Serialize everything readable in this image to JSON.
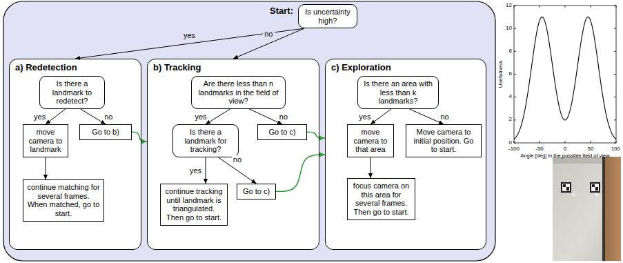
{
  "diagram": {
    "nodes": [
      {
        "text": [
          "Start:",
          "Is uncertainty high?"
        ]
      },
      {
        "text": [
          "a) Redetection"
        ]
      },
      {
        "text": [
          "Is there a landmark to redetect?"
        ],
        "in": 1
      },
      {
        "text": [
          "move camera to landmark"
        ],
        "in": 1
      },
      {
        "text": [
          "Go to b)"
        ],
        "in": 1
      },
      {
        "text": [
          "continue matching for several frames. When matched, go to start."
        ],
        "in": 1
      },
      {
        "text": [
          "b) Tracking"
        ]
      },
      {
        "text": [
          "Are there less than n landmarks in the field of view?"
        ],
        "in": 6
      },
      {
        "text": [
          "Is there a landmark for tracking?"
        ],
        "in": 6
      },
      {
        "text": [
          "Go to c)"
        ],
        "in": 6
      },
      {
        "text": [
          "continue tracking until landmark is triangulated. Then go to start."
        ],
        "in": 6
      },
      {
        "text": [
          "Go to c)"
        ],
        "in": 6
      },
      {
        "text": [
          "c) Exploration"
        ]
      },
      {
        "text": [
          "Is there an area with less than k landmarks?"
        ],
        "in": 12
      },
      {
        "text": [
          "move camera to that area"
        ],
        "in": 12
      },
      {
        "text": [
          "Move camera to initial position. Go to start."
        ],
        "in": 12
      },
      {
        "text": [
          "focus camera on this area for several frames. Then go to start."
        ],
        "in": 12
      }
    ],
    "edges": [
      {
        "from": 0,
        "to": 1,
        "label": "yes",
        "arrow": "to"
      },
      {
        "from": 0,
        "to": 6,
        "label": "no",
        "arrow": "to"
      },
      {
        "from": 2,
        "to": 3,
        "label": "yes",
        "arrow": "to"
      },
      {
        "from": 2,
        "to": 4,
        "label": "no",
        "arrow": "to"
      },
      {
        "from": 3,
        "to": 5,
        "arrow": "to"
      },
      {
        "from": 4,
        "to": 6,
        "arrow": "to"
      },
      {
        "from": 7,
        "to": 8,
        "label": "yes",
        "arrow": "to"
      },
      {
        "from": 7,
        "to": 9,
        "label": "no",
        "arrow": "to"
      },
      {
        "from": 8,
        "to": 10,
        "label": "yes",
        "arrow": "to"
      },
      {
        "from": 8,
        "to": 11,
        "label": "no",
        "arrow": "to"
      },
      {
        "from": 9,
        "to": 12,
        "arrow": "to"
      },
      {
        "from": 11,
        "to": 12,
        "arrow": "to"
      },
      {
        "from": 13,
        "to": 14,
        "label": "yes",
        "arrow": "to"
      },
      {
        "from": 13,
        "to": 15,
        "label": "no",
        "arrow": "to"
      },
      {
        "from": 14,
        "to": 16,
        "arrow": "to"
      }
    ],
    "labels": [
      "0",
      "2",
      "4",
      "6",
      "8",
      "10",
      "12",
      "-100",
      "-50",
      "0",
      "50",
      "100",
      "Usefulness",
      "Angle [deg] in the possible field of view"
    ]
  }
}
